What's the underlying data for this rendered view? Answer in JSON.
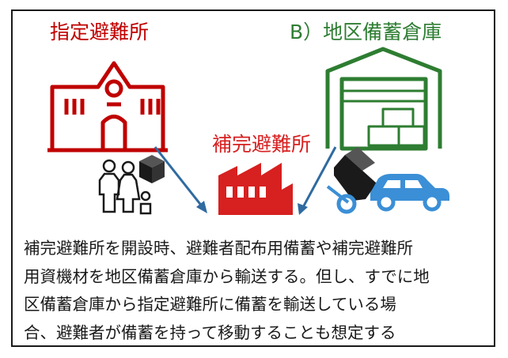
{
  "labels": {
    "designated_shelter": "指定避難所",
    "district_storage": "B）地区備蓄倉庫",
    "supplementary_shelter": "補完避難所"
  },
  "description": {
    "lines": [
      "補完避難所を開設時、避難者配布用備蓄や補完避難所",
      "用資機材を地区備蓄倉庫から輸送する。但し、すでに地",
      "区備蓄倉庫から指定避難所に備蓄を輸送している場",
      "合、避難者が備蓄を持って移動することも想定する"
    ]
  },
  "colors": {
    "shelter_red": "#c00000",
    "storage_green": "#2e7d32",
    "supp_red": "#d72020",
    "arrow_blue": "#2f6aa0",
    "car_blue": "#3b8fd6",
    "frame": "#1a1a1a"
  },
  "icons": [
    "school-building-icon",
    "warehouse-icon",
    "factory-building-icon",
    "family-icon",
    "box-icon",
    "hand-truck-icon",
    "car-icon",
    "arrow-icon"
  ]
}
